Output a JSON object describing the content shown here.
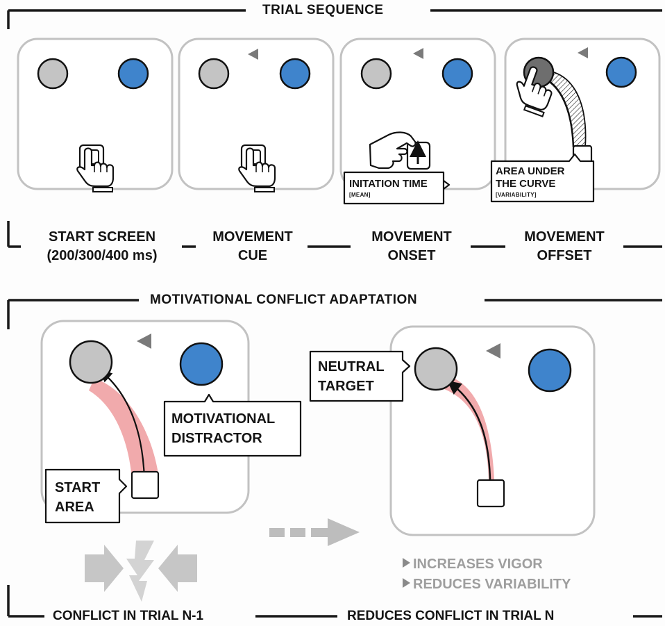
{
  "sections": {
    "trial_sequence": "TRIAL SEQUENCE",
    "adaptation": "MOTIVATIONAL CONFLICT ADAPTATION"
  },
  "stages": [
    {
      "line1": "START SCREEN",
      "line2": "(200/300/400 ms)"
    },
    {
      "line1": "MOVEMENT",
      "line2": "CUE"
    },
    {
      "line1": "MOVEMENT",
      "line2": "ONSET"
    },
    {
      "line1": "MOVEMENT",
      "line2": "OFFSET"
    }
  ],
  "callouts": {
    "initiation": {
      "main": "INITATION TIME",
      "sub": "[MEAN]"
    },
    "auc": {
      "line1": "AREA UNDER",
      "line2": "THE CURVE",
      "sub": "[VARIABILITY]"
    },
    "distractor": {
      "line1": "MOTIVATIONAL",
      "line2": "DISTRACTOR"
    },
    "start_area": {
      "line1": "START",
      "line2": "AREA"
    },
    "neutral_target": {
      "line1": "NEUTRAL",
      "line2": "TARGET"
    }
  },
  "effects": [
    "INCREASES VIGOR",
    "REDUCES VARIABILITY"
  ],
  "bottom": {
    "left": "CONFLICT IN TRIAL N-1",
    "right": "REDUCES CONFLICT IN TRIAL N"
  },
  "colors": {
    "blue_circle": "#3f84cc",
    "gray_circle": "#c4c4c4",
    "curve_band": "#ee9b9d",
    "panel_border": "#c2c2c2",
    "arrow_gray": "#bdbdbd"
  },
  "icons": [
    "pointing-hand-icon",
    "lightning-icon",
    "cue-triangle-icon"
  ]
}
